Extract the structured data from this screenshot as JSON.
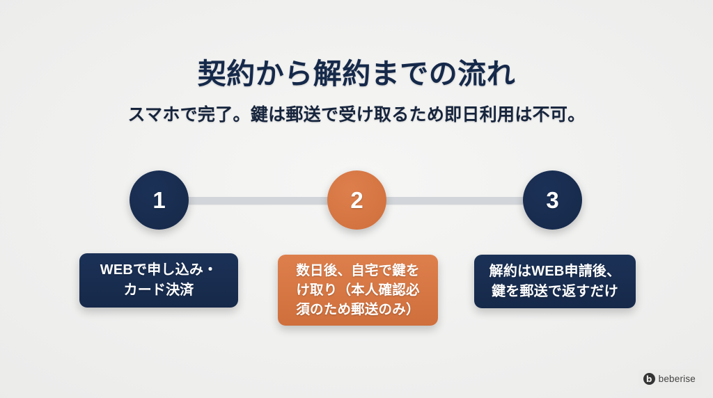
{
  "slide": {
    "title": "契約から解約までの流れ",
    "subtitle": "スマホで完了。鍵は郵送で受け取るため即日利用は不可。",
    "background_color": "#f1f1f0"
  },
  "colors": {
    "navy": "#1b3156",
    "navy_dark": "#16294a",
    "orange": "#dd7f4c",
    "orange_dark": "#cf6f3c",
    "connector_gray": "#d2d5d9",
    "text_light": "#ffffff"
  },
  "timeline": {
    "steps": [
      {
        "number": "1",
        "color": "navy",
        "label_lines": [
          "WEBで申し込み・",
          "カード決済"
        ],
        "label_text": "WEBで申し込み・カード決済"
      },
      {
        "number": "2",
        "color": "orange",
        "label_lines": [
          "数日後、自宅で鍵を",
          "け取り（本人確認必",
          "須のため郵送のみ）"
        ],
        "label_text": "数日後、自宅で鍵をけ取り（本人確認必須のため郵送のみ）"
      },
      {
        "number": "3",
        "color": "navy",
        "label_lines": [
          "解約はWEB申請後、",
          "鍵を郵送で返すだけ"
        ],
        "label_text": "解約はWEB申請後、鍵を郵送で返すだけ"
      }
    ]
  },
  "watermark": {
    "mark_glyph": "b",
    "brand": "beberise"
  }
}
